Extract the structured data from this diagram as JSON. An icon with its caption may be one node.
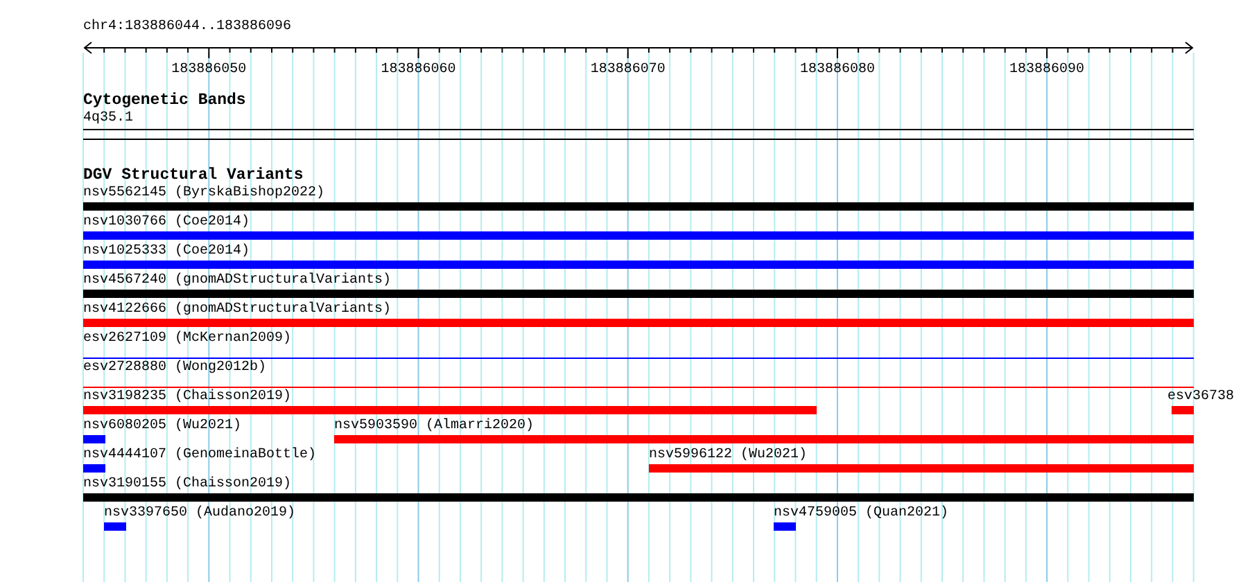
{
  "diagram": {
    "nodes": [
      {
        "text": [
          "nsv5562145 (ByrskaBishop2022)"
        ]
      },
      {
        "text": [
          "nsv1030766 (Coe2014)"
        ]
      },
      {
        "text": [
          "nsv1025333 (Coe2014)"
        ]
      },
      {
        "text": [
          "nsv4567240 (gnomADStructuralVariants)"
        ]
      },
      {
        "text": [
          "nsv4122666 (gnomADStructuralVariants)"
        ]
      },
      {
        "text": [
          "esv2627109 (McKernan2009)"
        ]
      },
      {
        "text": [
          "esv2728880 (Wong2012b)"
        ]
      },
      {
        "text": [
          "nsv3198235 (Chaisson2019)"
        ]
      },
      {
        "text": [
          "esv36738"
        ]
      },
      {
        "text": [
          "nsv6080205 (Wu2021)"
        ]
      },
      {
        "text": [
          "nsv5903590 (Almarri2020)"
        ]
      },
      {
        "text": [
          "nsv4444107 (GenomeinaBottle)"
        ]
      },
      {
        "text": [
          "nsv5996122 (Wu2021)"
        ]
      },
      {
        "text": [
          "nsv3190155 (Chaisson2019)"
        ]
      },
      {
        "text": [
          "nsv3397650 (Audano2019)"
        ]
      },
      {
        "text": [
          "nsv4759005 (Quan2021)"
        ]
      }
    ],
    "labels": [
      "chr4:183886044..183886096",
      "183886050",
      "183886060",
      "183886070",
      "183886080",
      "183886090",
      "Cytogenetic Bands",
      "4q35.1",
      "DGV Structural Variants"
    ]
  }
}
